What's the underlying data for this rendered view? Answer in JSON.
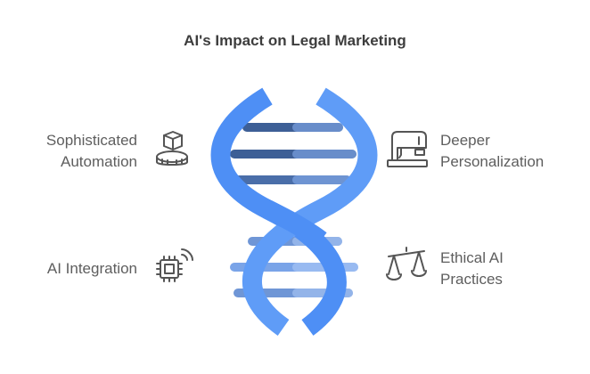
{
  "title": "AI's Impact on Legal Marketing",
  "items": [
    {
      "id": "automation",
      "lines": [
        "Sophisticated",
        "Automation"
      ],
      "icon": "robot-arm-box-icon"
    },
    {
      "id": "personalization",
      "lines": [
        "Deeper",
        "Personalization"
      ],
      "icon": "sewing-machine-icon"
    },
    {
      "id": "integration",
      "lines": [
        "AI Integration"
      ],
      "icon": "chip-signal-icon"
    },
    {
      "id": "ethics",
      "lines": [
        "Ethical AI",
        "Practices"
      ],
      "icon": "scales-icon"
    }
  ],
  "colors": {
    "strand": "#4e8ff5",
    "strand_light": "#5f9cf7",
    "rung_dark": "#3d5f96",
    "rung_mid": "#5a7ec0",
    "rung_light": "#8cb3f5",
    "text": "#5e5e5e",
    "title": "#3d3d3d",
    "icon": "#555555"
  }
}
